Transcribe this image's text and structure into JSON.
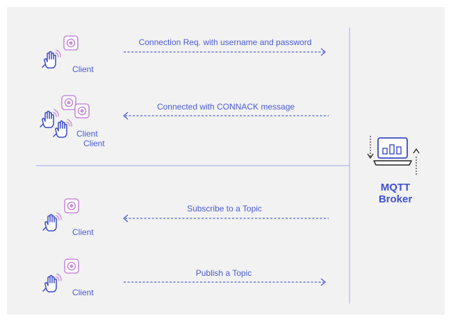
{
  "colors": {
    "primary": "#4a5bd6",
    "chip_pink": "#c98ad9",
    "background": "#f2f2f2"
  },
  "messages": [
    {
      "label": "Connection Req. with username and password",
      "direction": "to-broker"
    },
    {
      "label": "Connected with CONNACK message",
      "direction": "to-client"
    },
    {
      "label": "Subscribe to a Topic",
      "direction": "to-client"
    },
    {
      "label": "Publish a Topic",
      "direction": "to-broker"
    }
  ],
  "clients": {
    "row1": [
      "Client"
    ],
    "row2": [
      "Client",
      "Client"
    ],
    "row3": [
      "Client"
    ],
    "row4": [
      "Client"
    ]
  },
  "broker": {
    "title": "MQTT Broker",
    "icon": "laptop-chart-icon"
  }
}
